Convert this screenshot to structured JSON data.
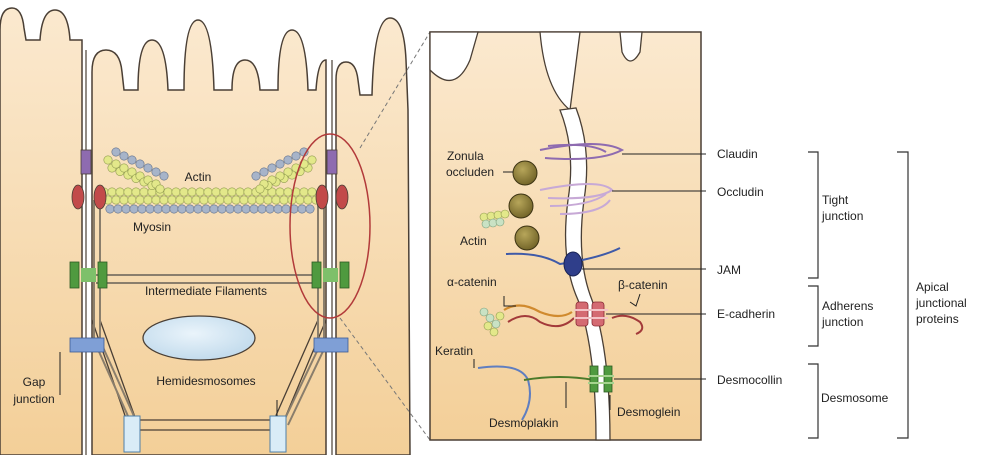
{
  "left_panel": {
    "actin": "Actin",
    "myosin": "Myosin",
    "intermediate_filaments": "Intermediate Filaments",
    "hemidesmosomes": "Hemidesmosomes",
    "gap_junction": [
      "Gap",
      "junction"
    ]
  },
  "right_panel": {
    "zonula_occluden": [
      "Zonula",
      "occluden"
    ],
    "actin": "Actin",
    "alpha_catenin": "α-catenin",
    "beta_catenin": "β-catenin",
    "keratin": "Keratin",
    "desmoplakin": "Desmoplakin",
    "desmoglein": "Desmoglein",
    "claudin": "Claudin",
    "occludin": "Occludin",
    "jam": "JAM",
    "e_cadherin": "E-cadherin",
    "desmocollin": "Desmocollin"
  },
  "groups": {
    "tight_junction": [
      "Tight",
      "junction"
    ],
    "adherens_junction": [
      "Adherens",
      "junction"
    ],
    "desmosome": "Desmosome",
    "apical": [
      "Apical",
      "junctional",
      "proteins"
    ]
  },
  "colors": {
    "cell_fill": "#f6d9ad",
    "cell_stroke": "#4a3f35",
    "actin_bead": "#e3e88a",
    "myosin_bead": "#a7b4c9",
    "claudin": "#8e6bb0",
    "occludin": "#c7a9d6",
    "jam": "#2f3e8a",
    "cadherin": "#d06a6a",
    "desmosome_green": "#4f9a3f",
    "zonula": "#8a7a3a"
  }
}
